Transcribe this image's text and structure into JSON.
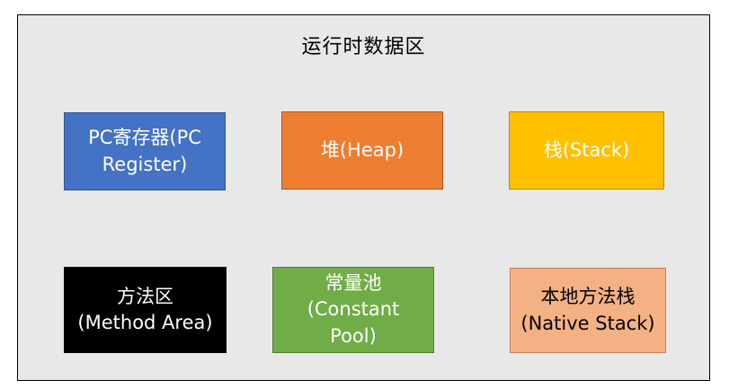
{
  "title": "运行时数据区",
  "blocks": {
    "pc": {
      "label": "PC寄存器(PC\nRegister)",
      "bg": "#4472c4",
      "border": "#2f5597",
      "text": "#ffffff"
    },
    "heap": {
      "label": "堆(Heap)",
      "bg": "#ed7d31",
      "border": "#ae5a21",
      "text": "#ffffff"
    },
    "stack": {
      "label": "栈(Stack)",
      "bg": "#ffc000",
      "border": "#bc8c00",
      "text": "#ffffff"
    },
    "method": {
      "label": "方法区\n(Method Area)",
      "bg": "#000000",
      "border": "#000000",
      "text": "#ffffff"
    },
    "constant": {
      "label": "常量池\n(Constant\nPool)",
      "bg": "#70ad47",
      "border": "#507e32",
      "text": "#ffffff"
    },
    "native": {
      "label": "本地方法栈\n(Native Stack)",
      "bg": "#f4b183",
      "border": "#c9805a",
      "text": "#000000"
    }
  }
}
